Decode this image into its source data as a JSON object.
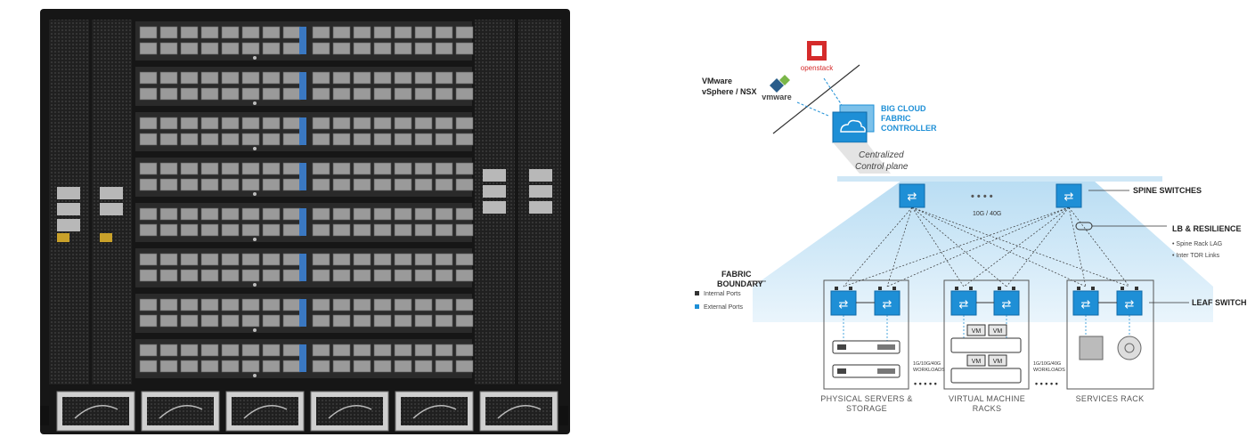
{
  "vmware_label_line1": "VMware",
  "vmware_label_line2": "vSphere / NSX",
  "vmware_logo": "vmware",
  "openstack_logo": "openstack",
  "controller_line1": "BIG CLOUD",
  "controller_line2": "FABRIC",
  "controller_line3": "CONTROLLER",
  "control_plane_line1": "Centralized",
  "control_plane_line2": "Control plane",
  "spine_switches": "SPINE SWITCHES",
  "spine_dots": "• • • •",
  "link_speed": "10G / 40G",
  "lb_title": "LB & RESILIENCE",
  "lb_items": [
    "Spine Rack LAG",
    "Inter TOR Links"
  ],
  "fabric_boundary_line1": "FABRIC",
  "fabric_boundary_line2": "BOUNDARY",
  "legend_internal": "Internal Ports",
  "legend_external": "External Ports",
  "leaf_switches": "LEAF SWITCHES",
  "vm_label": "VM",
  "workloads_line1": "1G/10G/40G",
  "workloads_line2": "WORKLOADS",
  "rack_physical_line1": "PHYSICAL SERVERS &",
  "rack_physical_line2": "STORAGE",
  "rack_virtual_line1": "VIRTUAL MACHINE",
  "rack_virtual_line2": "RACKS",
  "rack_services": "SERVICES RACK",
  "rack_dots": "• • • • •",
  "colors": {
    "accent": "#1e8fd6",
    "chassis": "#1c1c1c",
    "legend_internal": "#333333"
  }
}
